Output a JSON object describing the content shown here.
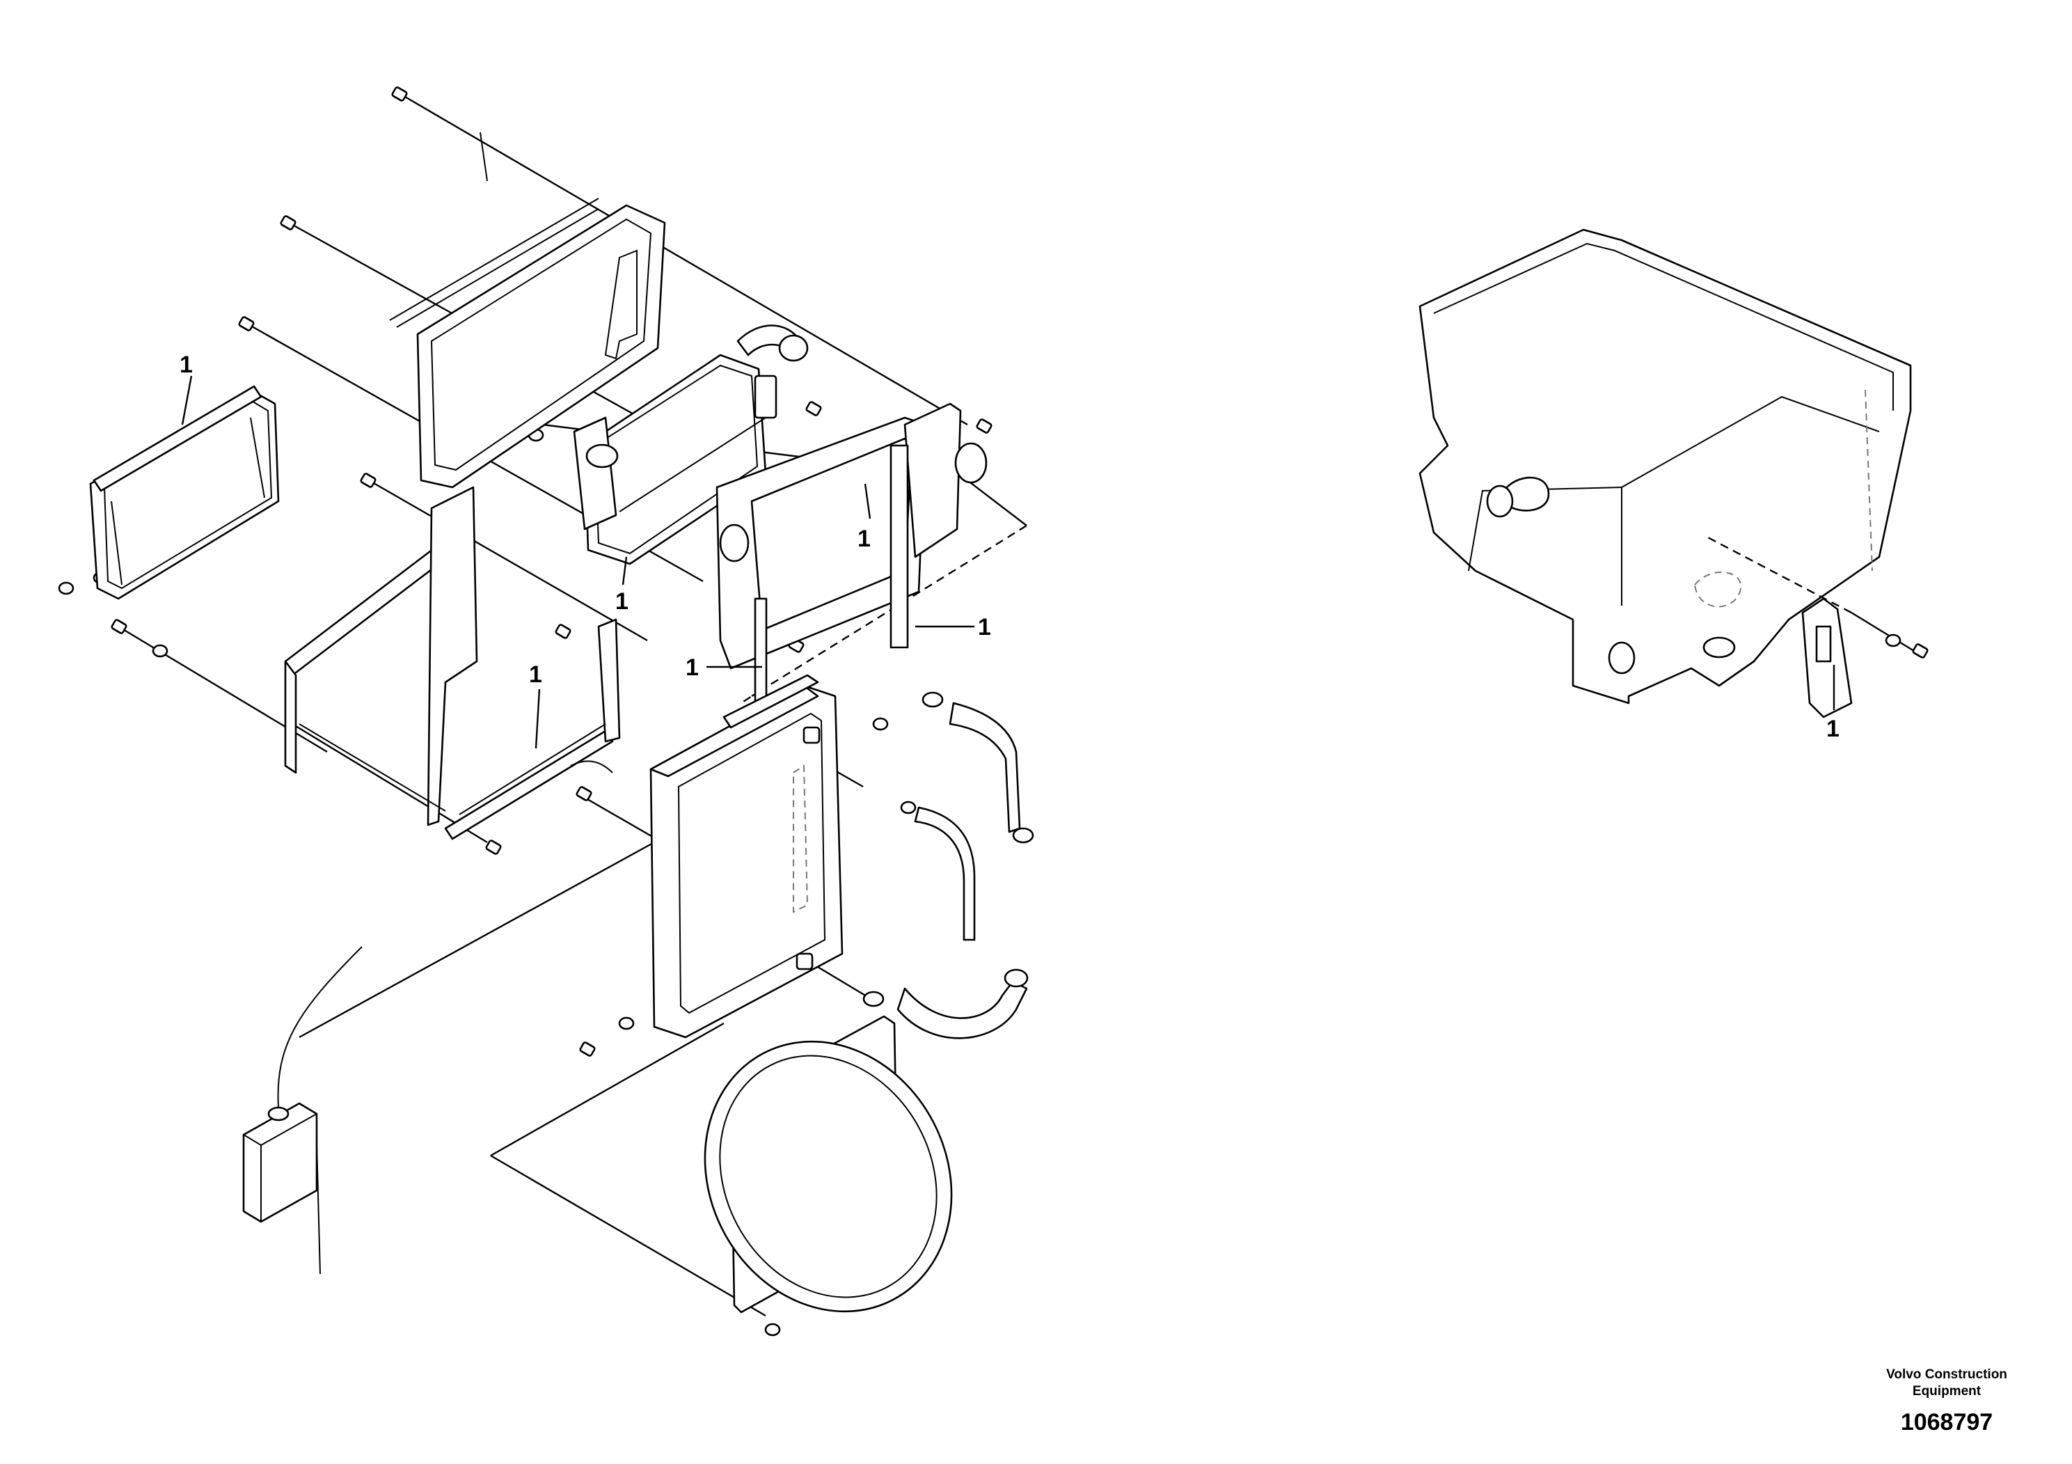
{
  "callouts": [
    "1",
    "1",
    "1",
    "1",
    "1",
    "1",
    "1"
  ],
  "footer": {
    "brand_line1": "Volvo Construction",
    "brand_line2": "Equipment",
    "drawing_number": "1068797"
  }
}
